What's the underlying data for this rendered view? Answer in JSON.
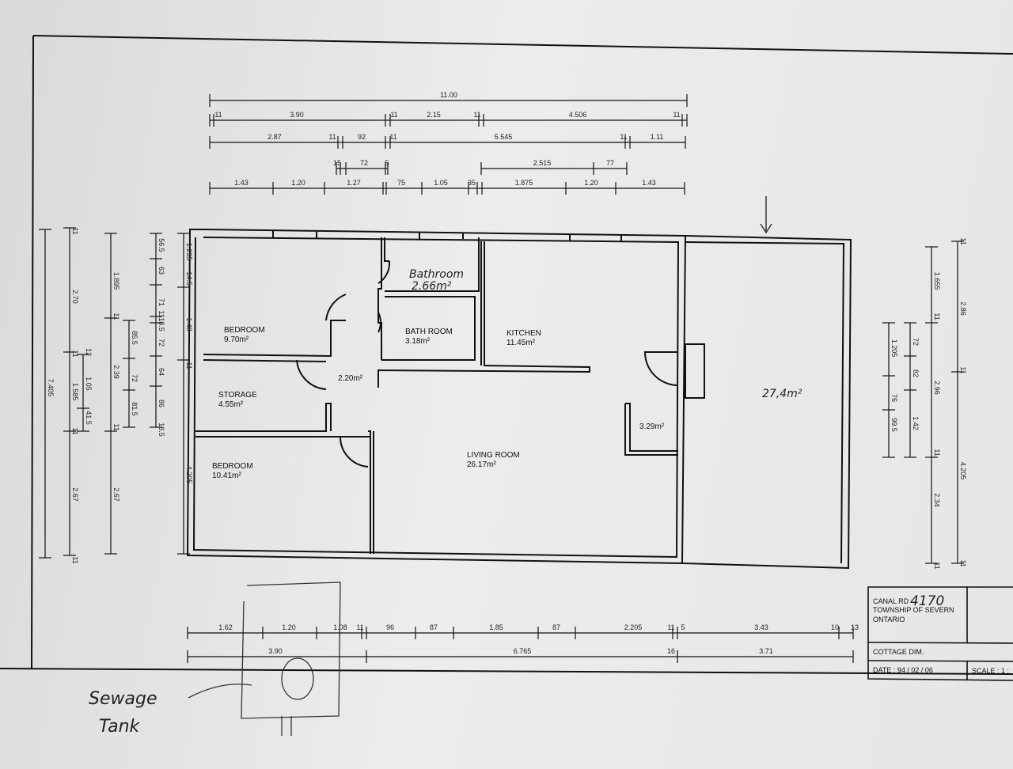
{
  "rooms": {
    "bedroom1": {
      "name": "BEDROOM",
      "area": "9.70m²"
    },
    "bathroom_hand": {
      "name": "Bathroom",
      "area": "2.66m²"
    },
    "bath_room": {
      "name": "BATH ROOM",
      "area": "3.18m²"
    },
    "kitchen": {
      "name": "KITCHEN",
      "area": "11.45m²"
    },
    "storage": {
      "name": "STORAGE",
      "area": "4.55m²"
    },
    "hall": {
      "area": "2.20m²"
    },
    "bedroom2": {
      "name": "BEDROOM",
      "area": "10.41m²"
    },
    "living": {
      "name": "LIVING ROOM",
      "area": "26.17m²"
    },
    "closet": {
      "area": "3.29m²"
    },
    "porch": {
      "area": "27,4m²"
    }
  },
  "dimensions": {
    "top1": [
      "11.00"
    ],
    "top2": [
      "11",
      "3.90",
      "11",
      "2.15",
      "11",
      "4.506",
      "11"
    ],
    "top3": [
      "2.87",
      "11",
      "92",
      "11",
      "5.545",
      "11",
      "1.11"
    ],
    "top4a": [
      "15",
      "72",
      "5"
    ],
    "top4b": [
      "2.515",
      "77"
    ],
    "top5": [
      "1.43",
      "1.20",
      "1.27",
      "75",
      "1.05",
      "35",
      "1.875",
      "1.20",
      "1.43"
    ],
    "bottom1": [
      "1.62",
      "1.20",
      "1.08",
      "11",
      "96",
      "87",
      "1.85",
      "87",
      "2.205",
      "11",
      "5",
      "3.43",
      "10",
      "13"
    ],
    "bottom2": [
      "3.90",
      "6.765",
      "16",
      "3.71"
    ],
    "leftA": [
      "7.405"
    ],
    "leftB": [
      "11",
      "2.70",
      "11",
      "1.585",
      "11",
      "2.67",
      "11"
    ],
    "leftC": [
      "1.895",
      "11",
      "2.39",
      "11",
      "2.67"
    ],
    "leftD": [
      "12",
      "1.05",
      "41.5"
    ],
    "leftE": [
      "85.5",
      "72",
      "81.5"
    ],
    "leftF": [
      "56.5",
      "63",
      "71",
      "11",
      "18.5",
      "72",
      "64",
      "86",
      "18.5"
    ],
    "leftG": [
      "1.235",
      "14.5",
      "1.48",
      "11",
      "4.205"
    ],
    "rightA": [
      "1.205",
      "76",
      "99.5"
    ],
    "rightB": [
      "72",
      "82",
      "1.42"
    ],
    "rightC": [
      "1.655",
      "11",
      "2.96",
      "11",
      "2.34",
      "11"
    ],
    "rightD": [
      "11",
      "2.86",
      "11",
      "4.205",
      "11"
    ]
  },
  "title_block": {
    "address_line1": "CANAL RD",
    "address_number": "4170",
    "address_line2": "TOWNSHIP OF SEVERN",
    "address_line3": "ONTARIO",
    "drawing_title": "COTTAGE DIM.",
    "date": "DATE :  94 / 02 / 06",
    "scale": "SCALE : 1 :"
  },
  "annotations": {
    "sewage": "Sewage",
    "tank": "Tank"
  }
}
